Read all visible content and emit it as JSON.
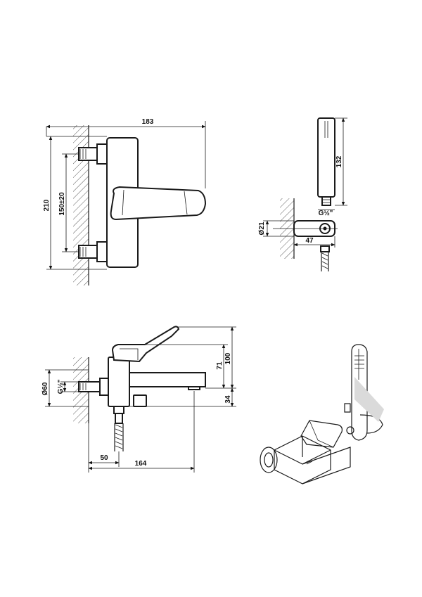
{
  "front_view": {
    "width": "183",
    "height_total": "210",
    "center_distance": "150±20"
  },
  "shower_view": {
    "handle_length": "132",
    "thread_top": "G½\"",
    "bracket_diameter": "Ø21",
    "bracket_depth": "47"
  },
  "side_view": {
    "height_top": "100",
    "height_lever": "71",
    "height_spout": "34",
    "flange_diameter": "Ø60",
    "thread": "G½\"",
    "offset": "50",
    "spout_length": "164"
  }
}
